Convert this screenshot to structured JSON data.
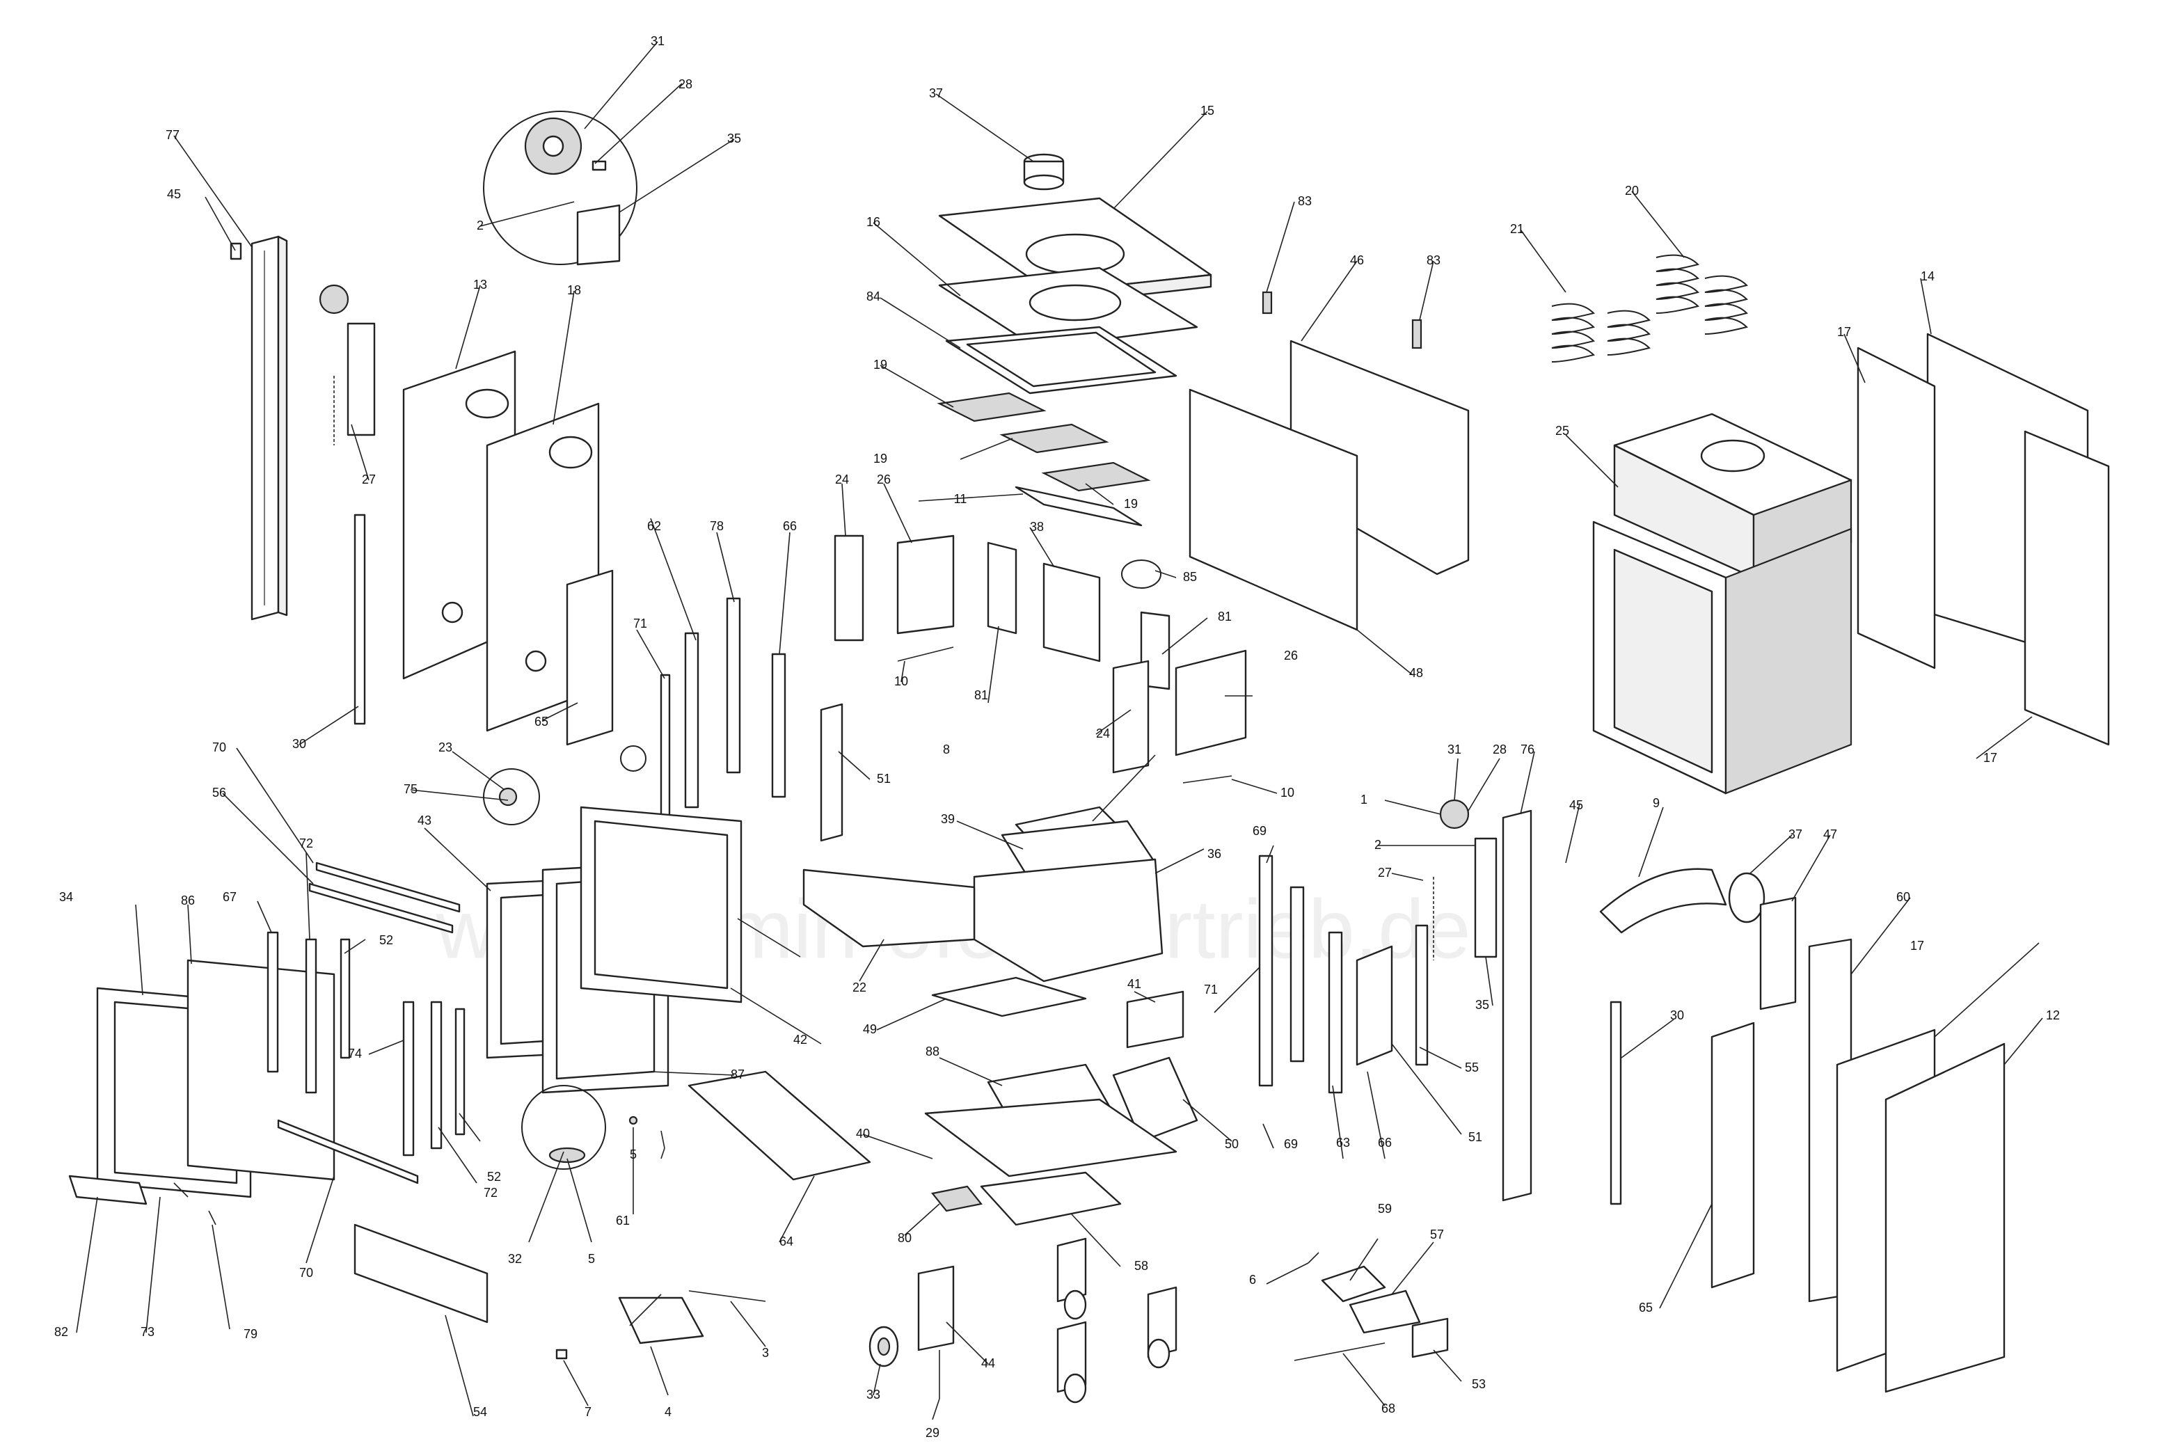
{
  "watermark": "www.kamin-ofen-vertrieb.de",
  "labels": [
    "1",
    "2",
    "2",
    "3",
    "4",
    "5",
    "5",
    "6",
    "7",
    "8",
    "9",
    "10",
    "10",
    "11",
    "12",
    "13",
    "14",
    "15",
    "16",
    "17",
    "17",
    "17",
    "18",
    "19",
    "19",
    "19",
    "20",
    "21",
    "22",
    "23",
    "24",
    "24",
    "25",
    "26",
    "26",
    "27",
    "27",
    "28",
    "28",
    "29",
    "30",
    "30",
    "31",
    "31",
    "32",
    "33",
    "34",
    "35",
    "35",
    "36",
    "37",
    "37",
    "38",
    "39",
    "40",
    "41",
    "42",
    "43",
    "44",
    "45",
    "45",
    "46",
    "47",
    "48",
    "49",
    "50",
    "51",
    "51",
    "52",
    "52",
    "53",
    "54",
    "55",
    "56",
    "57",
    "58",
    "59",
    "60",
    "61",
    "62",
    "63",
    "64",
    "65",
    "65",
    "66",
    "66",
    "67",
    "68",
    "69",
    "69",
    "70",
    "70",
    "71",
    "71",
    "72",
    "72",
    "73",
    "74",
    "75",
    "76",
    "77",
    "78",
    "79",
    "80",
    "81",
    "81",
    "82",
    "83",
    "83",
    "84",
    "85",
    "86",
    "87",
    "88"
  ]
}
